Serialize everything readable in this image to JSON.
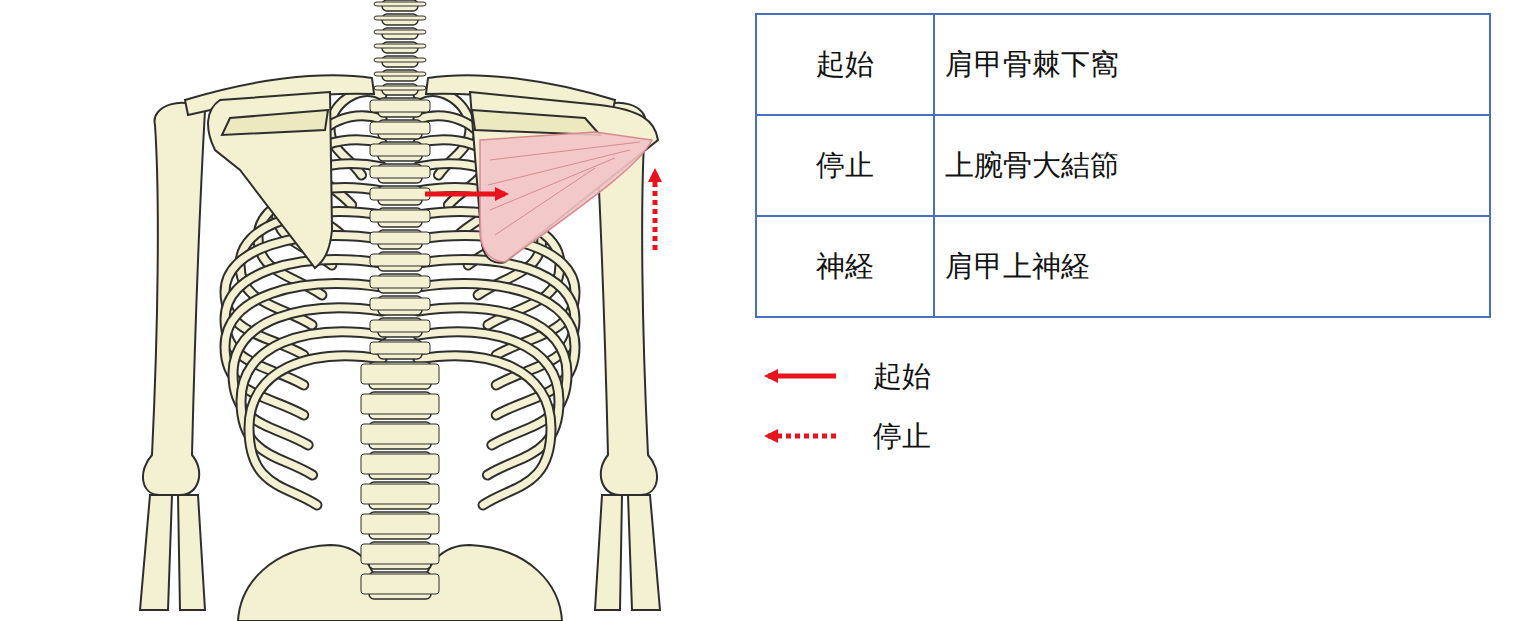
{
  "diagram": {
    "labels": [
      "起始",
      "肩甲骨棘下窩",
      "停止",
      "上腕骨大結節",
      "神経",
      "肩甲上神経"
    ],
    "legend": [
      {
        "text": "起始"
      },
      {
        "text": "停止"
      }
    ]
  }
}
